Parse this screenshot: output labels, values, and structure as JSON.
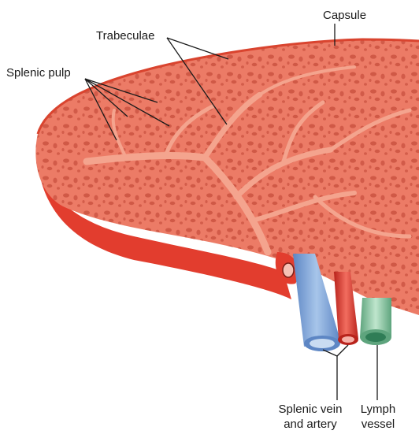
{
  "labels": {
    "capsule": "Capsule",
    "trabeculae": "Trabeculae",
    "splenic_pulp": "Splenic pulp",
    "splenic_vein_and_artery_line1": "Splenic vein",
    "splenic_vein_and_artery_line2": "and artery",
    "lymph_vessel_line1": "Lymph",
    "lymph_vessel_line2": "vessel"
  },
  "colors": {
    "pulp": "#ec7b66",
    "pulp_pore": "#c9503f",
    "trabecula": "#f4a48e",
    "capsule_edge": "#d9442f",
    "lower_surface": "#e23d2e",
    "vein": "#7fa7d9",
    "artery": "#e83a30",
    "lymph": "#8fc9a6",
    "leader_line": "#1a1a1a"
  }
}
